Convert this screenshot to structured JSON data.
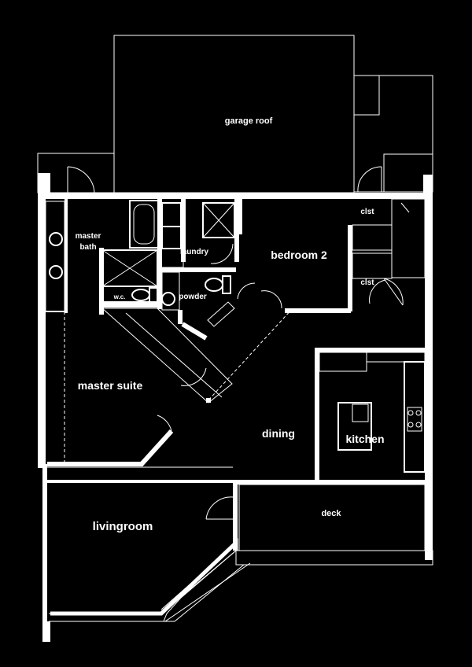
{
  "plan": {
    "rooms": {
      "garage_roof": "garage roof",
      "master_bath": "master bath",
      "master_bath_line1": "master",
      "master_bath_line2": "bath",
      "laundry": "laundry",
      "bedroom2": "bedroom 2",
      "closet_top": "clst",
      "closet_bottom": "clst",
      "wc": "w.c.",
      "powder": "powder",
      "master_suite": "master suite",
      "dining": "dining",
      "kitchen": "kitchen",
      "livingroom": "livingroom",
      "deck": "deck"
    },
    "colors": {
      "background": "#000000",
      "lines": "#ffffff"
    }
  }
}
